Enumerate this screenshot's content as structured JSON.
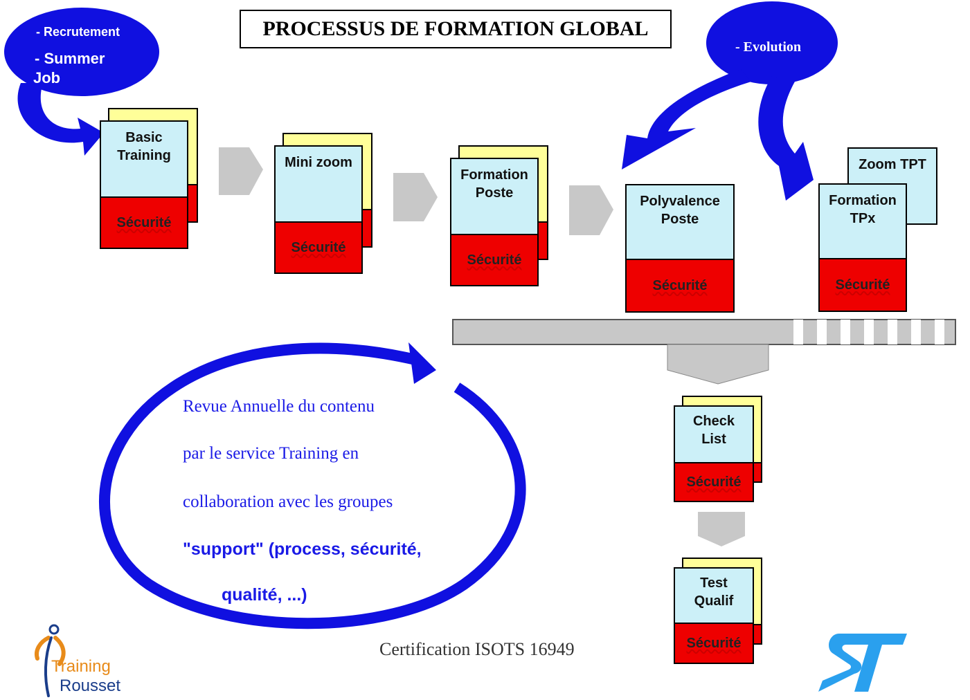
{
  "title": "PROCESSUS DE FORMATION GLOBAL",
  "bubble_left": {
    "line1": "- Recrutement",
    "line2": "- Summer",
    "line3": "Job"
  },
  "bubble_right": {
    "label": "- Evolution"
  },
  "security_label": "Sécurité",
  "steps": [
    {
      "label": "Basic\nTraining"
    },
    {
      "label": "Mini zoom"
    },
    {
      "label": "Formation\nPoste"
    },
    {
      "label": "Polyvalence\nPoste"
    },
    {
      "label": "Formation\nTPx",
      "extra": "Zoom TPT"
    },
    {
      "label": "Check\nList"
    },
    {
      "label": "Test\nQualif"
    }
  ],
  "review": {
    "line1": "Revue Annuelle du contenu",
    "line2": "par le service Training en",
    "line3": "collaboration avec les groupes",
    "line4": "\"support\" (process, sécurité,",
    "line5": "qualité, ...)"
  },
  "certification": "Certification ISOTS 16949",
  "logo_left": {
    "line1": "Training",
    "line2": "Rousset"
  },
  "logo_right": "ST",
  "colors": {
    "blue": "#1010e0",
    "red": "#ee0000",
    "yellow": "#ffff99",
    "cyan": "#ccf0f8",
    "gray": "#c8c8c8"
  }
}
